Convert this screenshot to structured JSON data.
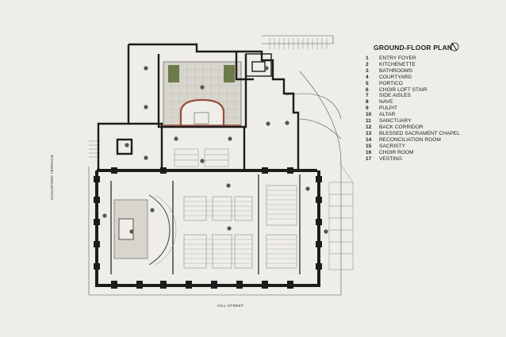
{
  "plan": {
    "title": "GROUND-FLOOR PLAN",
    "streets": {
      "bottom": "HILL STREET",
      "left": "GUILDFORD TERRACE"
    },
    "rooms": [
      {
        "num": "1",
        "name": "ENTRY FOYER"
      },
      {
        "num": "2",
        "name": "KITCHENETTE"
      },
      {
        "num": "3",
        "name": "BATHROOMS"
      },
      {
        "num": "4",
        "name": "COURTYARD"
      },
      {
        "num": "5",
        "name": "PORTICO"
      },
      {
        "num": "6",
        "name": "CHOIR LOFT STAIR"
      },
      {
        "num": "7",
        "name": "SIDE AISLES"
      },
      {
        "num": "8",
        "name": "NAVE"
      },
      {
        "num": "9",
        "name": "PULPIT"
      },
      {
        "num": "10",
        "name": "ALTAR"
      },
      {
        "num": "11",
        "name": "SANCTUARY"
      },
      {
        "num": "12",
        "name": "BACK CORRIDOR"
      },
      {
        "num": "13",
        "name": "BLESSED SACRAMENT CHAPEL"
      },
      {
        "num": "14",
        "name": "RECONCILIATION ROOM"
      },
      {
        "num": "15",
        "name": "SACRISTY"
      },
      {
        "num": "16",
        "name": "CHOIR ROOM"
      },
      {
        "num": "17",
        "name": "VESTING"
      }
    ]
  },
  "colors": {
    "background": "#efede7",
    "wall": "#1c1c1c",
    "courtyard": "#d8d6cc",
    "accent": "#9a4a3c",
    "planting": "#6d7a4a"
  }
}
